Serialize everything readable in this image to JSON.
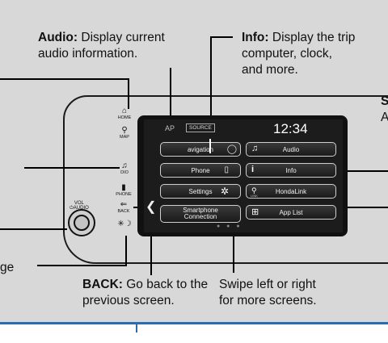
{
  "callouts": {
    "audio_title": "Audio:",
    "audio_text_1": "Display current",
    "audio_text_2": "audio information.",
    "info_title": "Info:",
    "info_text_1": "Display the trip",
    "info_text_2": "computer, clock,",
    "info_text_3": "and more.",
    "back_title": "BACK:",
    "back_text_1": "Go back to the",
    "back_text_2": "previous screen.",
    "swipe_text_1": "Swipe left or right",
    "swipe_text_2": "for more screens.",
    "left_fragment": "ge",
    "right_fragment_1": "S",
    "right_fragment_2": "A"
  },
  "head_unit": {
    "home_label": "HOME",
    "map_label": "MAP",
    "audio_label": "DIO",
    "phone_label": "PHONE",
    "back_label": "BACK",
    "vol_label": "VOL",
    "audio_knob_label": "⏻AUDIO"
  },
  "screen": {
    "map_label": "AP",
    "source_label": "SOURCE",
    "clock": "12:34",
    "buttons_left": [
      "avigation",
      "Phone",
      "Settings",
      "Smartphone\nConnection"
    ],
    "buttons_right": [
      "Audio",
      "Info",
      "HondaLink",
      "App List"
    ],
    "hondalink_icon_label": "LINK"
  }
}
